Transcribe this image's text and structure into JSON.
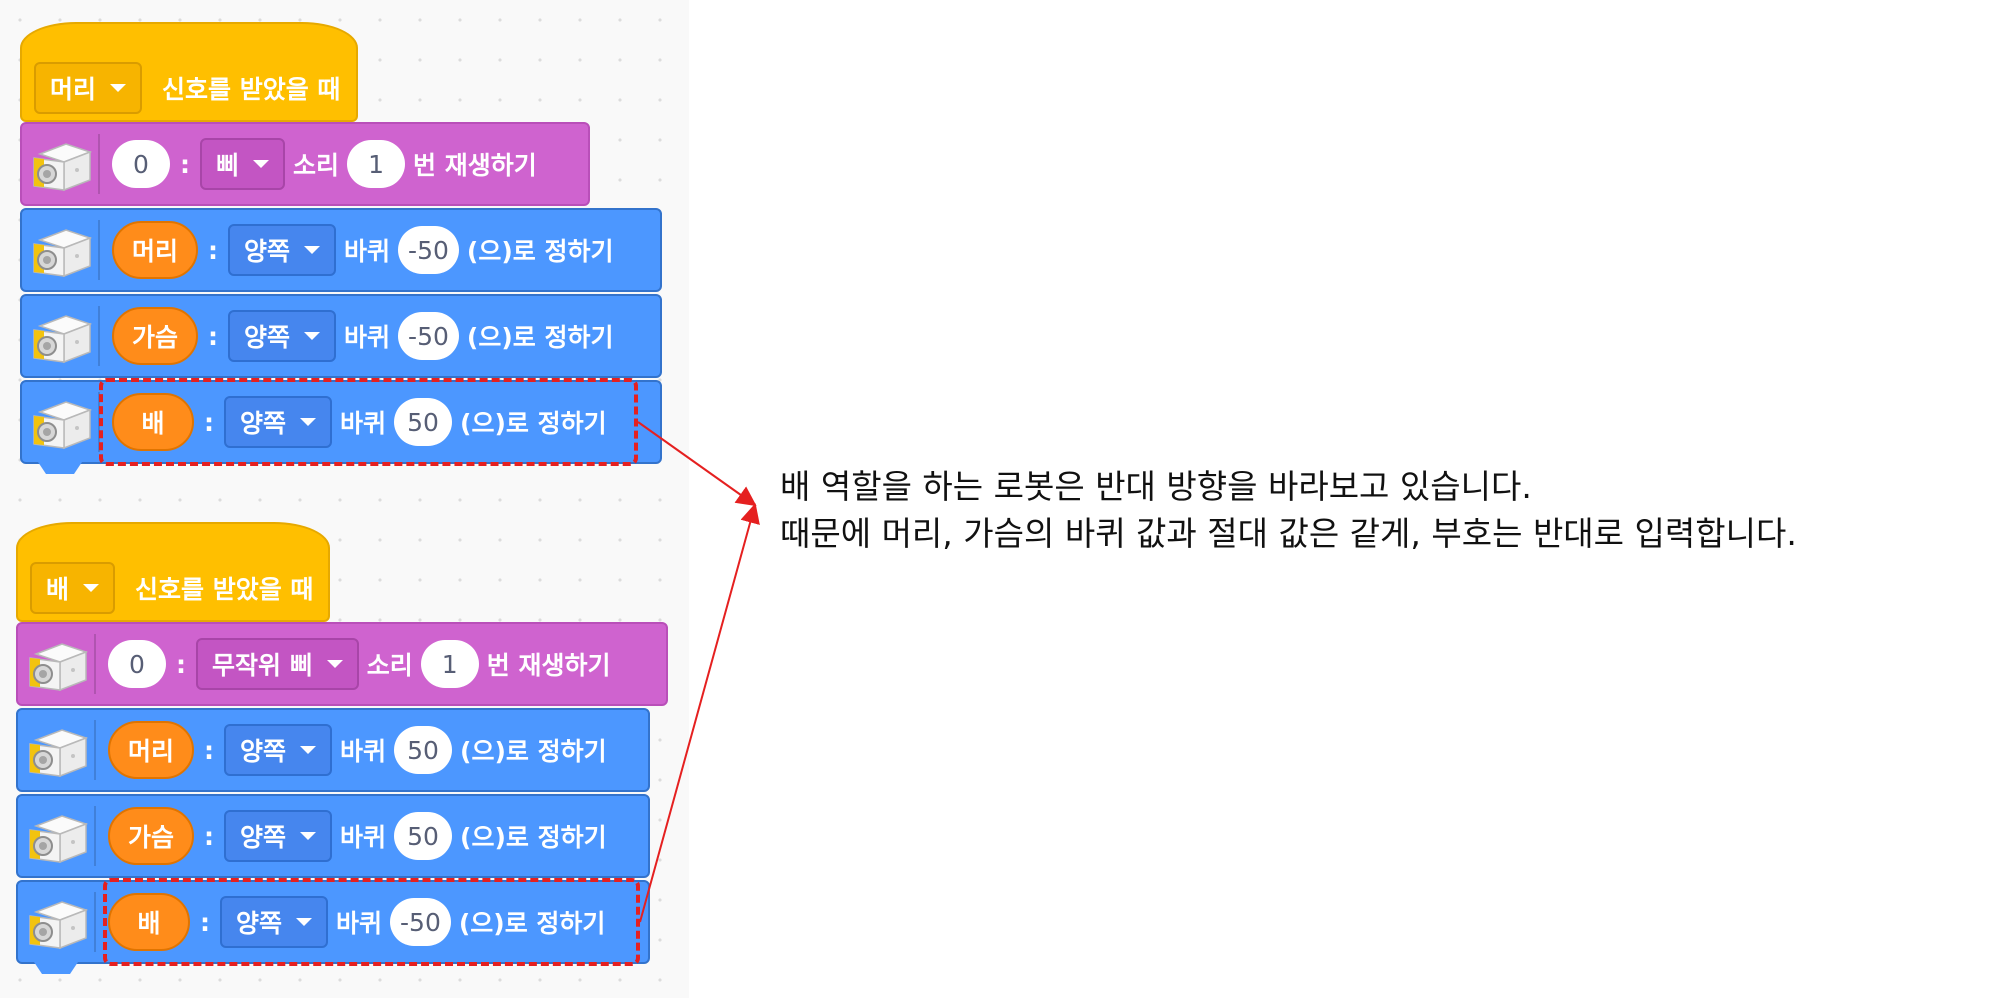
{
  "stack1": {
    "hat": {
      "dropdown": "머리",
      "label": "신호를 받았을 때"
    },
    "sound_block": {
      "index": "0",
      "sound": "삐",
      "text1": "소리",
      "count": "1",
      "text2": "번 재생하기"
    },
    "motion_blocks": [
      {
        "part": "머리",
        "side": "양쪽",
        "label1": "바퀴",
        "value": "-50",
        "label2": "(으)로 정하기"
      },
      {
        "part": "가슴",
        "side": "양쪽",
        "label1": "바퀴",
        "value": "-50",
        "label2": "(으)로 정하기"
      },
      {
        "part": "배",
        "side": "양쪽",
        "label1": "바퀴",
        "value": "50",
        "label2": "(으)로 정하기"
      }
    ]
  },
  "stack2": {
    "hat": {
      "dropdown": "배",
      "label": "신호를 받았을 때"
    },
    "sound_block": {
      "index": "0",
      "sound": "무작위 삐",
      "text1": "소리",
      "count": "1",
      "text2": "번 재생하기"
    },
    "motion_blocks": [
      {
        "part": "머리",
        "side": "양쪽",
        "label1": "바퀴",
        "value": "50",
        "label2": "(으)로 정하기"
      },
      {
        "part": "가슴",
        "side": "양쪽",
        "label1": "바퀴",
        "value": "50",
        "label2": "(으)로 정하기"
      },
      {
        "part": "배",
        "side": "양쪽",
        "label1": "바퀴",
        "value": "-50",
        "label2": "(으)로 정하기"
      }
    ]
  },
  "colon": ":",
  "annotation": {
    "line1": "배 역할을 하는 로봇은 반대 방향을 바라보고 있습니다.",
    "line2": "때문에 머리, 가슴의 바퀴 값과 절대 값은 같게, 부호는 반대로 입력합니다."
  },
  "colors": {
    "hat": "#ffbf00",
    "sound": "#cf63cf",
    "motion": "#4c97ff",
    "part": "#ff8c1a",
    "highlight": "#e52020"
  }
}
